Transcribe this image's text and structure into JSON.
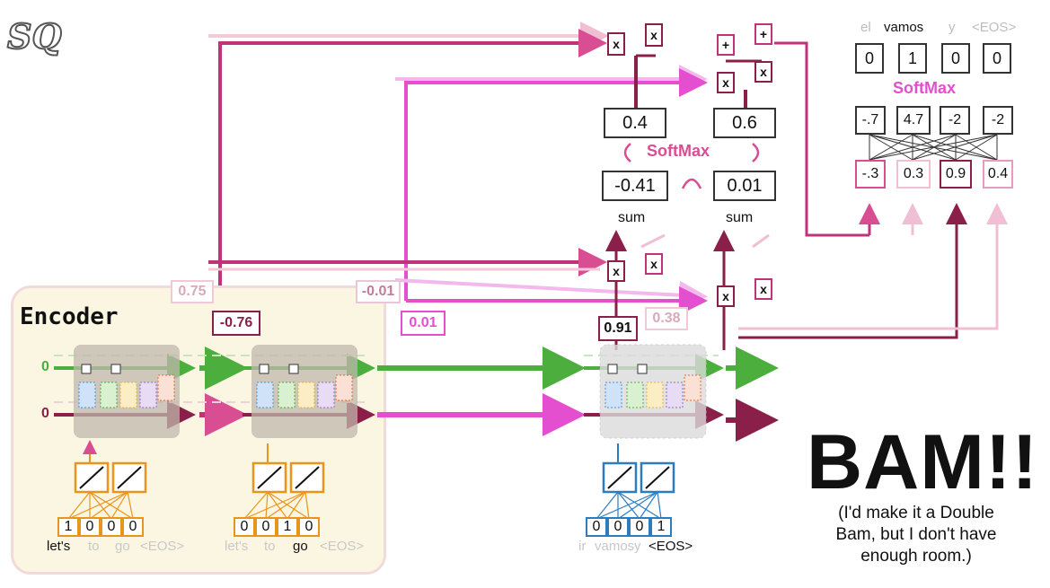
{
  "logo": {
    "text": "SQ"
  },
  "encoder": {
    "title": "Encoder",
    "cell_states": [
      "0",
      "0"
    ],
    "input1": {
      "one_hot": [
        "1",
        "0",
        "0",
        "0"
      ],
      "words": [
        "let's",
        "to",
        "go",
        "<EOS>"
      ],
      "active": 0
    },
    "input2": {
      "one_hot": [
        "0",
        "0",
        "1",
        "0"
      ],
      "words": [
        "let's",
        "to",
        "go",
        "<EOS>"
      ],
      "active": 2
    }
  },
  "decoder": {
    "input": {
      "one_hot": [
        "0",
        "0",
        "0",
        "1"
      ],
      "words": [
        "ir",
        "vamos",
        "y",
        "<EOS>"
      ],
      "active": 3
    }
  },
  "similarity_scores": {
    "s1": "0.75",
    "s2": "-0.76",
    "s3": "-0.01",
    "s4": "0.01",
    "s5": "0.91",
    "s6": "0.38"
  },
  "attention": {
    "sums": [
      "-0.41",
      "0.01"
    ],
    "sum_labels": [
      "sum",
      "sum"
    ],
    "softmax_label": "SoftMax",
    "weights": [
      "0.4",
      "0.6"
    ],
    "ops": {
      "multiply": "x",
      "add": "+"
    }
  },
  "output": {
    "words": [
      "el",
      "vamos",
      "y",
      "<EOS>"
    ],
    "active": 1,
    "one_hot": [
      "0",
      "1",
      "0",
      "0"
    ],
    "softmax_label": "SoftMax",
    "logits": [
      "-.7",
      "4.7",
      "-2",
      "-2"
    ],
    "inputs": [
      "-.3",
      "0.3",
      "0.9",
      "0.4"
    ]
  },
  "bam": {
    "title": "BAM!!",
    "subtitle_lines": [
      "(I'd make it a Double",
      "Bam, but I don't have",
      "enough room.)"
    ]
  },
  "colors": {
    "green": "#4cae3c",
    "maroon": "#8a2049",
    "pink": "#d94e92",
    "magenta": "#e44fd0",
    "orange": "#e9951c",
    "blue": "#2d7cbf"
  }
}
